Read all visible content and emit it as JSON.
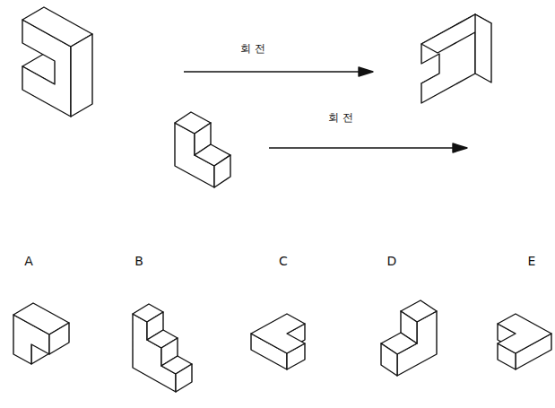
{
  "diagram": {
    "labels": [
      "회 전",
      "회 전",
      "A",
      "B",
      "C",
      "D",
      "E"
    ]
  }
}
